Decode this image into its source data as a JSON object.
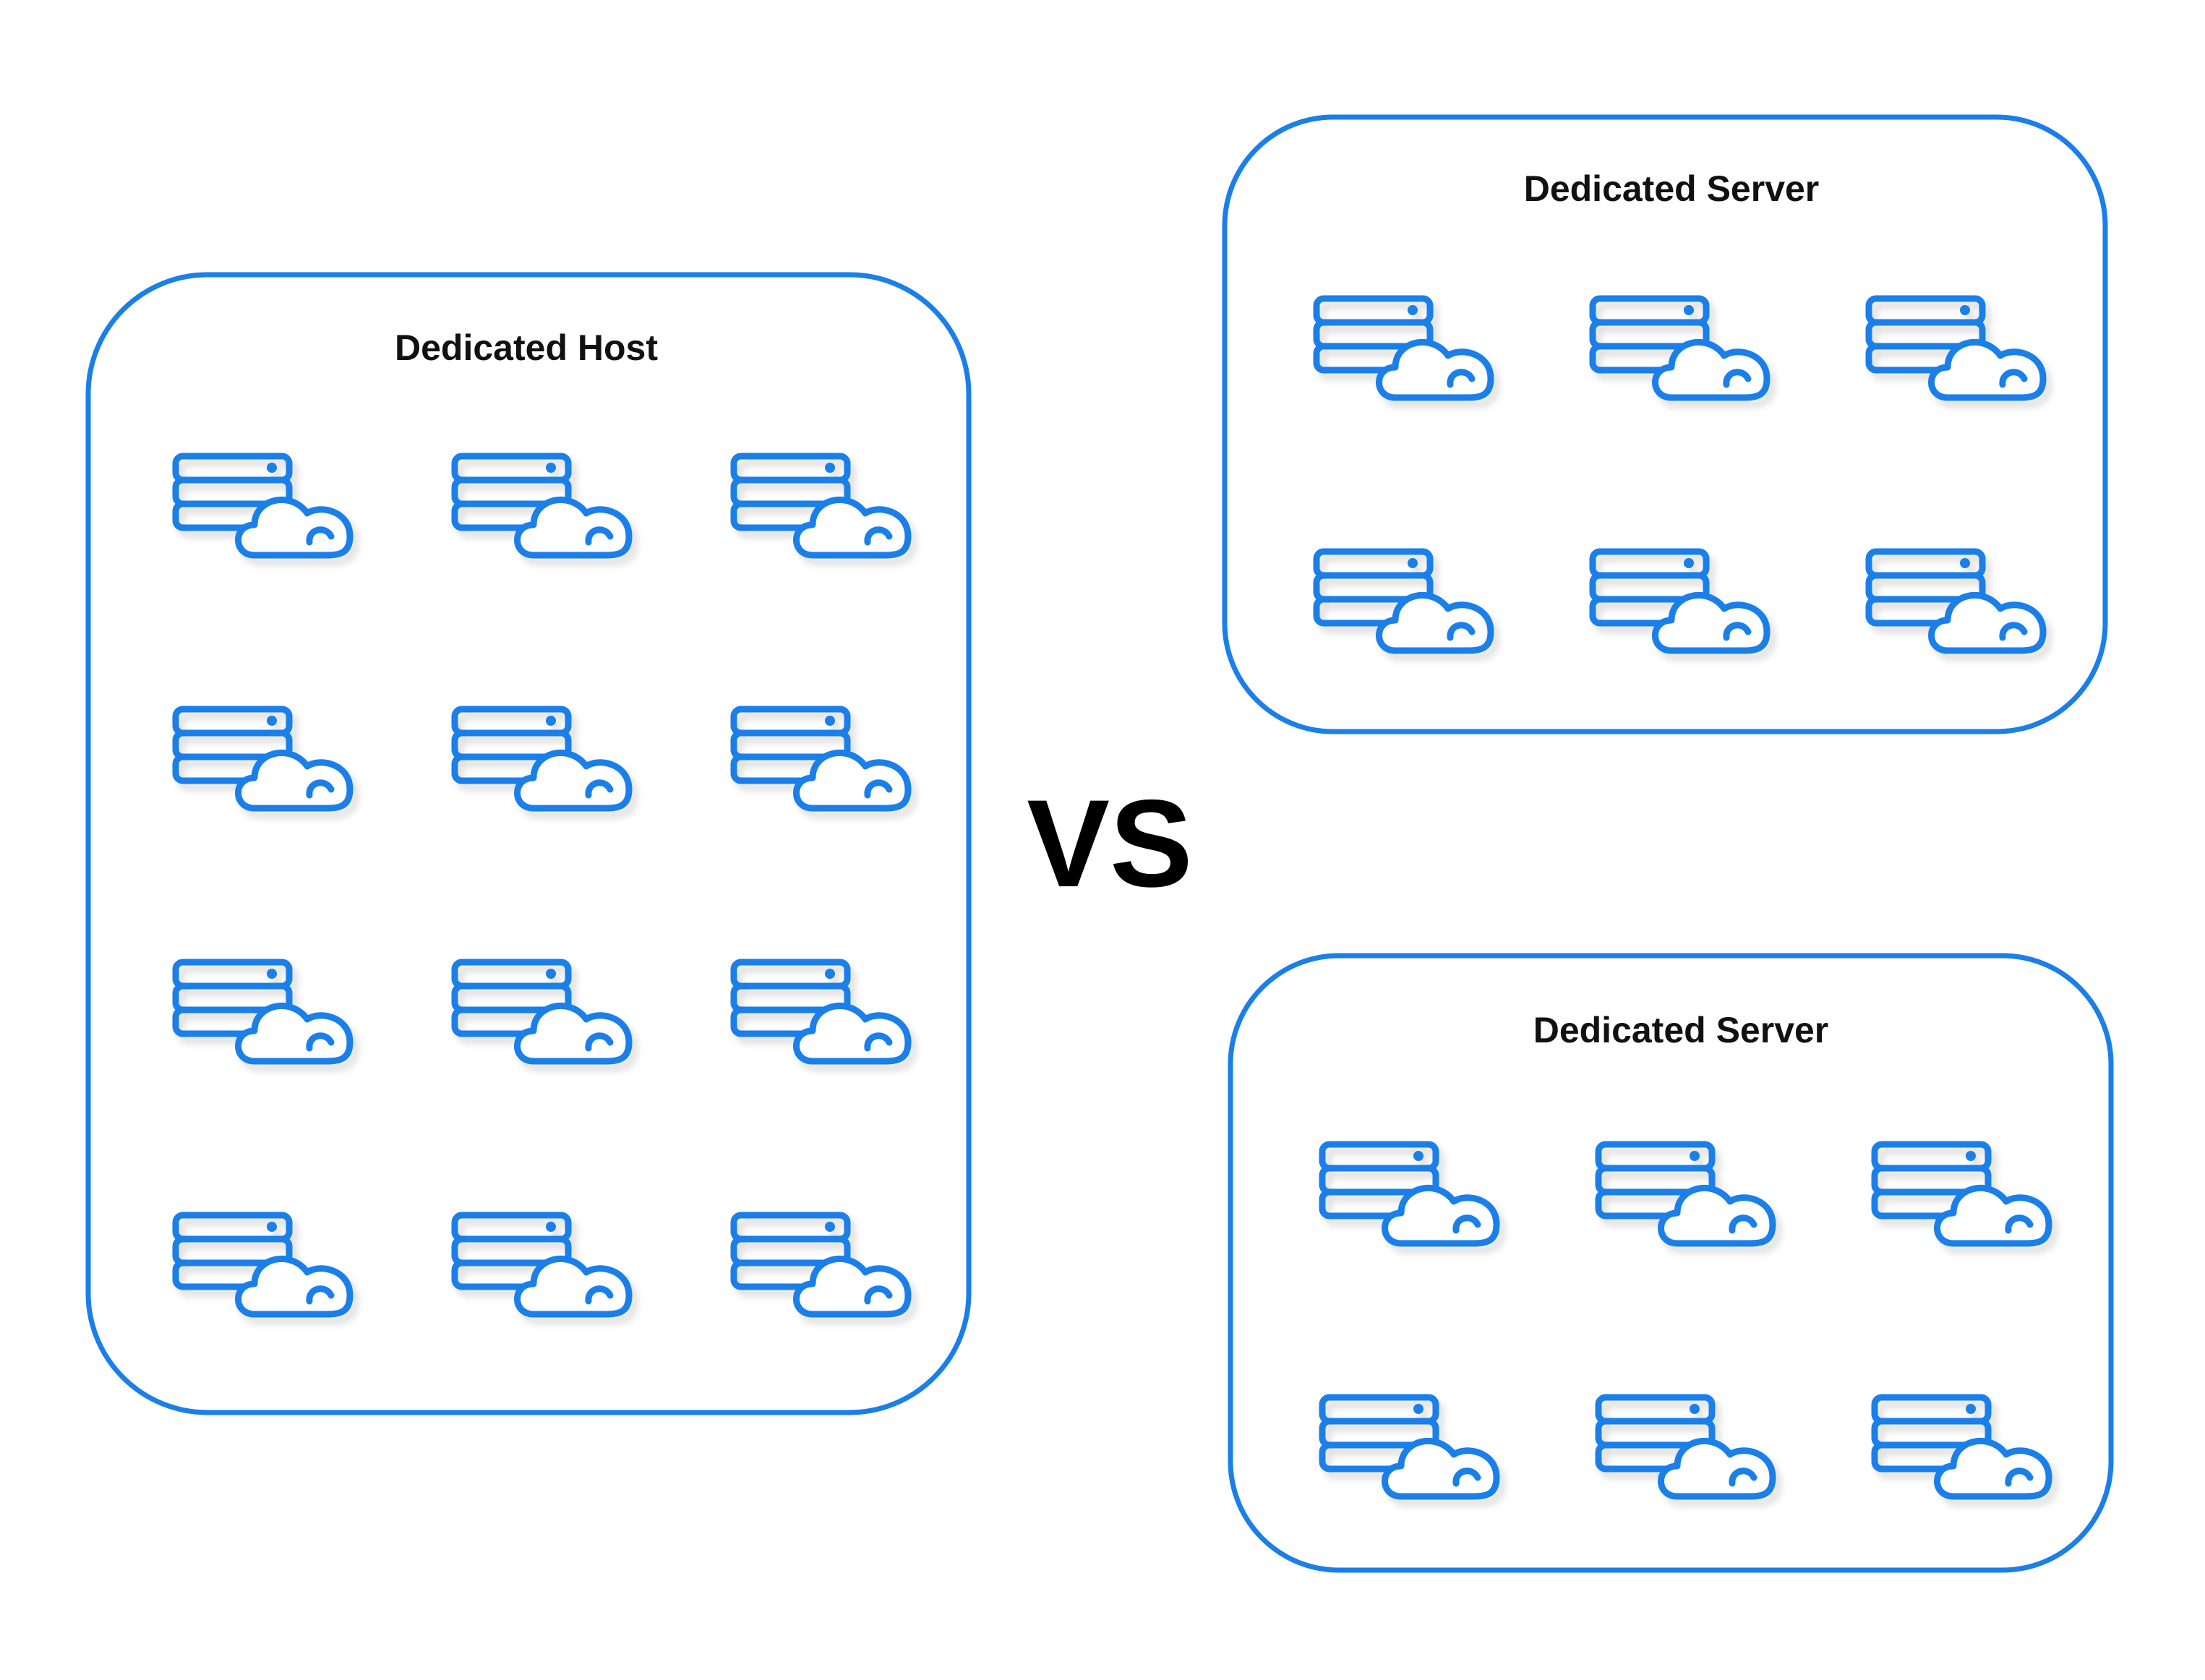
{
  "diagram": {
    "groups": [
      {
        "title": "Dedicated Host",
        "icon": "server-cloud-icon",
        "rows": 4,
        "cols": 3
      },
      {
        "title": "Dedicated Server",
        "icon": "server-cloud-icon",
        "rows": 2,
        "cols": 3
      },
      {
        "title": "Dedicated Server",
        "icon": "server-cloud-icon",
        "rows": 2,
        "cols": 3
      }
    ],
    "separator": "VS"
  },
  "colors": {
    "accent": "#1a7fe8",
    "text": "#111111",
    "background": "#ffffff"
  }
}
